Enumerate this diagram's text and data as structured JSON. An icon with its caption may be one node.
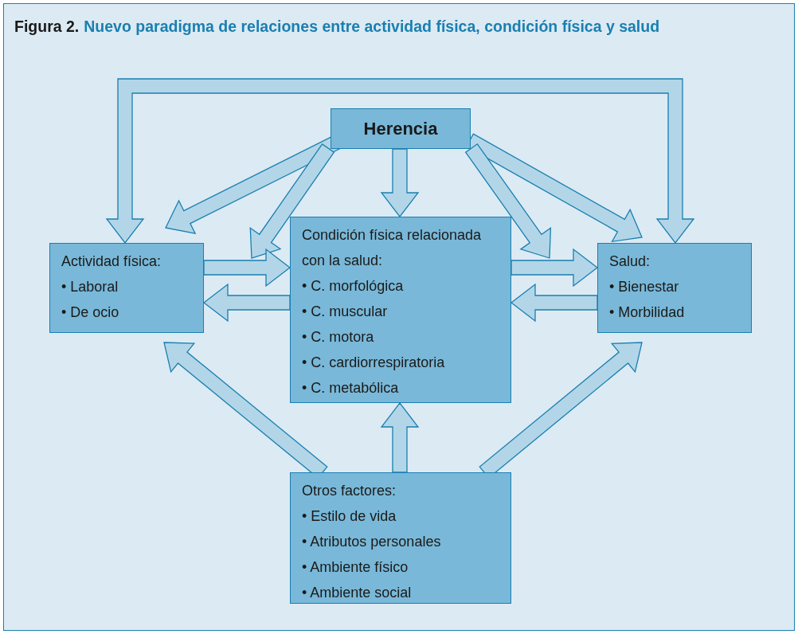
{
  "diagram": {
    "title": "Nuevo paradigma de relaciones entre actividad física, condición física y salud",
    "labels": [
      "Figura 2."
    ],
    "nodes": [
      {
        "text": [
          "Herencia"
        ]
      },
      {
        "text": [
          "Actividad física:",
          "• Laboral",
          "• De ocio"
        ]
      },
      {
        "text": [
          "Condición física relacionada con la salud:",
          "• C. morfológica",
          "• C. muscular",
          "• C. motora",
          "• C. cardiorrespiratoria",
          "• C. metabólica"
        ]
      },
      {
        "text": [
          "Salud:",
          "• Bienestar",
          "• Morbilidad"
        ]
      },
      {
        "text": [
          "Otros factores:",
          "• Estilo de vida",
          "• Atributos personales",
          "• Ambiente físico",
          "• Ambiente social"
        ]
      }
    ],
    "edges": [
      {
        "from": 1,
        "to": 3,
        "arrow": "both"
      },
      {
        "from": 0,
        "to": 1,
        "arrow": "to"
      },
      {
        "from": 0,
        "to": null,
        "arrow": "to"
      },
      {
        "from": 0,
        "to": 2,
        "arrow": "to"
      },
      {
        "from": 0,
        "to": 3,
        "arrow": "to"
      },
      {
        "from": 0,
        "to": null,
        "arrow": "to"
      },
      {
        "from": 1,
        "to": 2,
        "arrow": "to"
      },
      {
        "from": 2,
        "to": 1,
        "arrow": "to"
      },
      {
        "from": 2,
        "to": 3,
        "arrow": "to"
      },
      {
        "from": 3,
        "to": 2,
        "arrow": "to"
      },
      {
        "from": 4,
        "to": 1,
        "arrow": "to"
      },
      {
        "from": 4,
        "to": 2,
        "arrow": "to"
      },
      {
        "from": 4,
        "to": 3,
        "arrow": "to"
      }
    ]
  }
}
